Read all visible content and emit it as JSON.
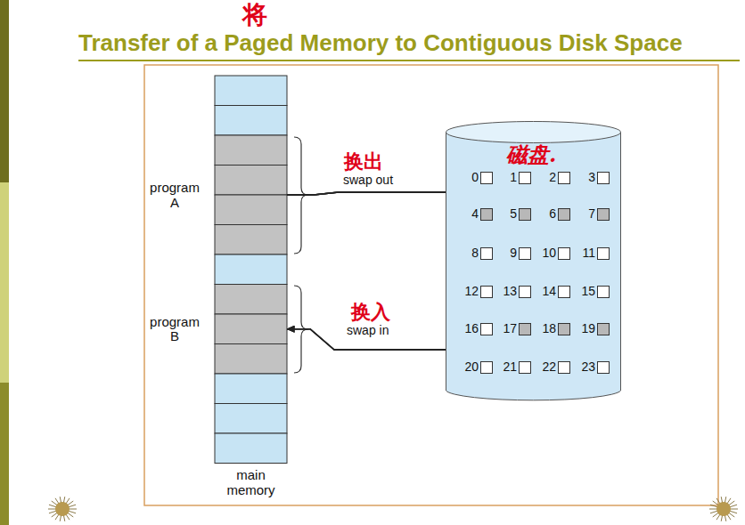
{
  "diagram": {
    "title": "Transfer of a Paged Memory to Contiguous Disk Space",
    "nodes": [
      {
        "text": [
          "main memory"
        ]
      },
      {
        "text": [
          "program A"
        ],
        "in": 0
      },
      {
        "text": [
          "program B"
        ],
        "in": 0
      },
      {
        "text": [
          "磁盘."
        ]
      },
      {
        "text": [
          "0"
        ],
        "in": 3
      },
      {
        "text": [
          "1"
        ],
        "in": 3
      },
      {
        "text": [
          "2"
        ],
        "in": 3
      },
      {
        "text": [
          "3"
        ],
        "in": 3
      },
      {
        "text": [
          "4"
        ],
        "in": 3
      },
      {
        "text": [
          "5"
        ],
        "in": 3
      },
      {
        "text": [
          "6"
        ],
        "in": 3
      },
      {
        "text": [
          "7"
        ],
        "in": 3
      },
      {
        "text": [
          "8"
        ],
        "in": 3
      },
      {
        "text": [
          "9"
        ],
        "in": 3
      },
      {
        "text": [
          "10"
        ],
        "in": 3
      },
      {
        "text": [
          "11"
        ],
        "in": 3
      },
      {
        "text": [
          "12"
        ],
        "in": 3
      },
      {
        "text": [
          "13"
        ],
        "in": 3
      },
      {
        "text": [
          "14"
        ],
        "in": 3
      },
      {
        "text": [
          "15"
        ],
        "in": 3
      },
      {
        "text": [
          "16"
        ],
        "in": 3
      },
      {
        "text": [
          "17"
        ],
        "in": 3
      },
      {
        "text": [
          "18"
        ],
        "in": 3
      },
      {
        "text": [
          "19"
        ],
        "in": 3
      },
      {
        "text": [
          "20"
        ],
        "in": 3
      },
      {
        "text": [
          "21"
        ],
        "in": 3
      },
      {
        "text": [
          "22"
        ],
        "in": 3
      },
      {
        "text": [
          "23"
        ],
        "in": 3
      }
    ],
    "edges": [
      {
        "from": 1,
        "to": 8,
        "arrow": "to",
        "label": "swap out"
      },
      {
        "from": 1,
        "to": 9,
        "arrow": "to"
      },
      {
        "from": 1,
        "to": 10,
        "arrow": "to"
      },
      {
        "from": 1,
        "to": 11,
        "arrow": "to"
      },
      {
        "from": 21,
        "to": 2,
        "arrow": "both",
        "label": "swap in"
      },
      {
        "from": 22,
        "to": 2,
        "arrow": "both"
      },
      {
        "from": 23,
        "to": 2,
        "arrow": "both"
      }
    ],
    "labels": [
      "将",
      "换出",
      "换入"
    ]
  }
}
